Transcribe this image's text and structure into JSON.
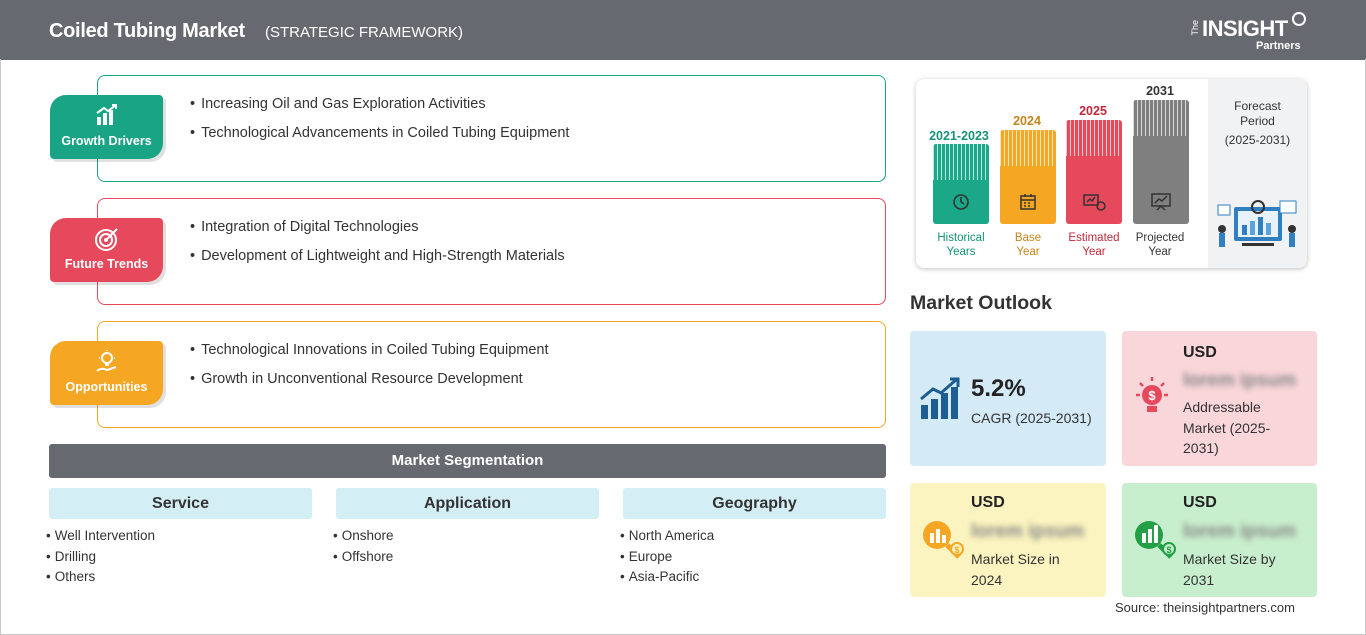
{
  "header": {
    "title": "Coiled Tubing Market",
    "subtitle": "(STRATEGIC FRAMEWORK)",
    "logo": {
      "the": "The",
      "insight": "INSIGHT",
      "partners": "Partners"
    }
  },
  "framework": [
    {
      "label": "Growth Drivers",
      "icon": "growth-chart-icon",
      "color": "#19a585",
      "items": [
        "Increasing Oil and Gas Exploration Activities",
        "Technological Advancements in Coiled Tubing Equipment"
      ]
    },
    {
      "label": "Future Trends",
      "icon": "target-icon",
      "color": "#e6495b",
      "items": [
        "Integration of Digital Technologies",
        "Development of Lightweight and High-Strength Materials"
      ]
    },
    {
      "label": "Opportunities",
      "icon": "lightbulb-hand-icon",
      "color": "#f5a623",
      "items": [
        "Technological Innovations in Coiled Tubing Equipment",
        "Growth in Unconventional Resource Development"
      ]
    }
  ],
  "segmentation": {
    "title": "Market Segmentation",
    "columns": [
      {
        "heading": "Service",
        "items": [
          "Well Intervention",
          "Drilling",
          "Others"
        ]
      },
      {
        "heading": "Application",
        "items": [
          "Onshore",
          "Offshore"
        ]
      },
      {
        "heading": "Geography",
        "items": [
          "North America",
          "Europe",
          "Asia-Pacific"
        ]
      }
    ]
  },
  "timeline": {
    "periods": [
      {
        "year": "2021-2023",
        "label1": "Historical",
        "label2": "Years",
        "color": "#1aa888",
        "icon": "history-icon"
      },
      {
        "year": "2024",
        "label1": "Base",
        "label2": "Year",
        "color": "#f5a623",
        "icon": "calendar-icon"
      },
      {
        "year": "2025",
        "label1": "Estimated",
        "label2": "Year",
        "color": "#e6495b",
        "icon": "estimate-icon"
      },
      {
        "year": "2031",
        "label1": "Projected",
        "label2": "Year",
        "color": "#7f7f7f",
        "icon": "projection-icon"
      }
    ],
    "forecast": {
      "line1": "Forecast",
      "line2": "Period",
      "line3": "(2025-2031)"
    }
  },
  "outlook": {
    "title": "Market Outlook",
    "cagr": {
      "value": "5.2%",
      "label": "CAGR (2025-2031)",
      "bg": "#d4eaf7"
    },
    "addressable": {
      "currency": "USD",
      "value": "lorem ipsum",
      "label": [
        "Addressable",
        "Market (2025-",
        "2031)"
      ],
      "bg": "#f9d6da"
    },
    "size2024": {
      "currency": "USD",
      "value": "lorem ipsum",
      "label": [
        "Market Size in",
        "2024"
      ],
      "bg": "#fbf4c0"
    },
    "size2031": {
      "currency": "USD",
      "value": "lorem ipsum",
      "label": [
        "Market Size by",
        "2031"
      ],
      "bg": "#c8efcd"
    }
  },
  "source": "Source: theinsightpartners.com"
}
